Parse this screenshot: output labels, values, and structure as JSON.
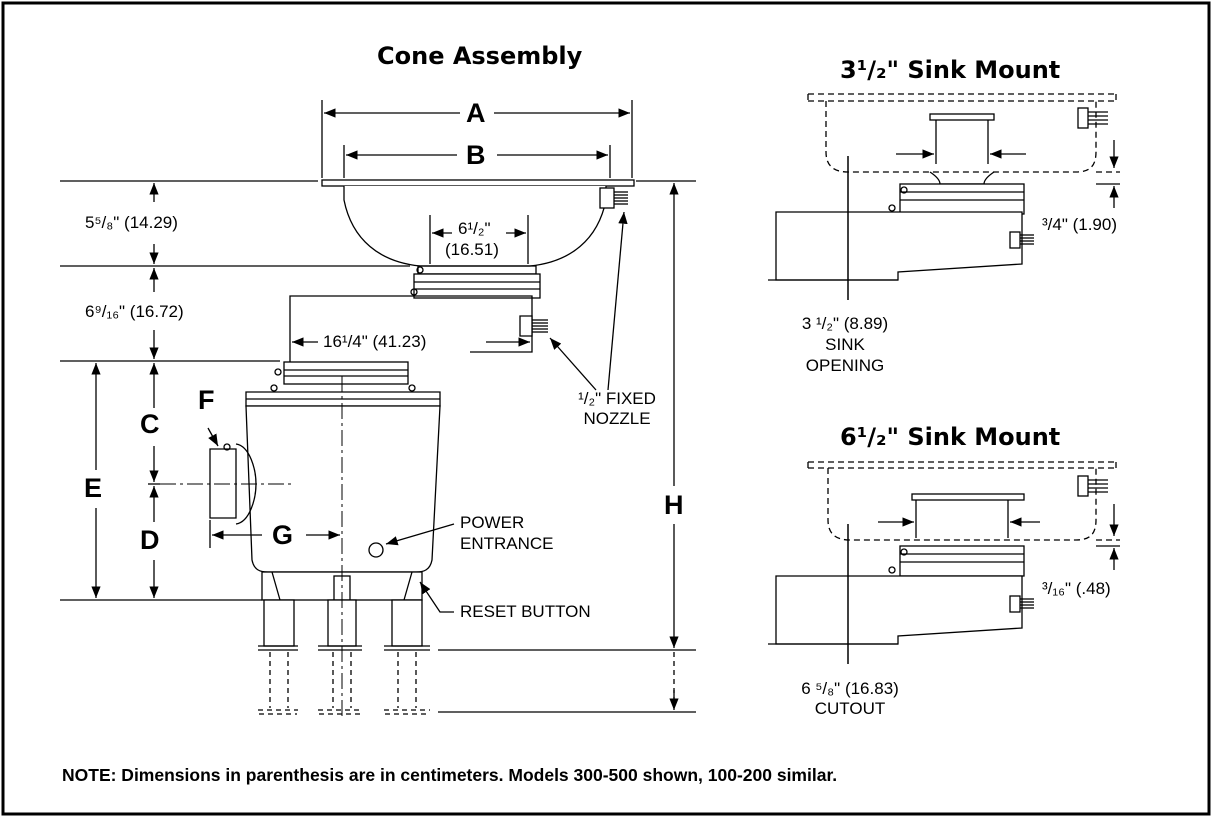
{
  "titles": {
    "cone_assembly": "Cone Assembly",
    "sink_mount_35": "3¹/₂\" Sink Mount",
    "sink_mount_65": "6¹/₂\" Sink Mount"
  },
  "letters": {
    "a": "A",
    "b": "B",
    "c": "C",
    "d": "D",
    "e": "E",
    "f": "F",
    "g": "G",
    "h": "H"
  },
  "dimensions": {
    "cone_height": "5⁵/₈\" (14.29)",
    "collar_height": "6⁹/₁₆\" (16.72)",
    "cone_outlet_in": "6¹/₂\"",
    "cone_outlet_cm": "(16.51)",
    "cone_length": "16¹/4\" (41.23)",
    "mount35_gap": "³/4\" (1.90)",
    "mount65_gap": "³/₁₆\" (.48)"
  },
  "labels": {
    "nozzle_line1": "¹/₂\" FIXED",
    "nozzle_line2": "NOZZLE",
    "power_line1": "POWER",
    "power_line2": "ENTRANCE",
    "reset": "RESET BUTTON",
    "sink35_line1": "3 ¹/₂\" (8.89)",
    "sink35_line2": "SINK",
    "sink35_line3": "OPENING",
    "sink65_line1": "6 ⁵/₈\" (16.83)",
    "sink65_line2": "CUTOUT"
  },
  "note": "NOTE: Dimensions in parenthesis are in centimeters.  Models 300-500 shown, 100-200 similar."
}
